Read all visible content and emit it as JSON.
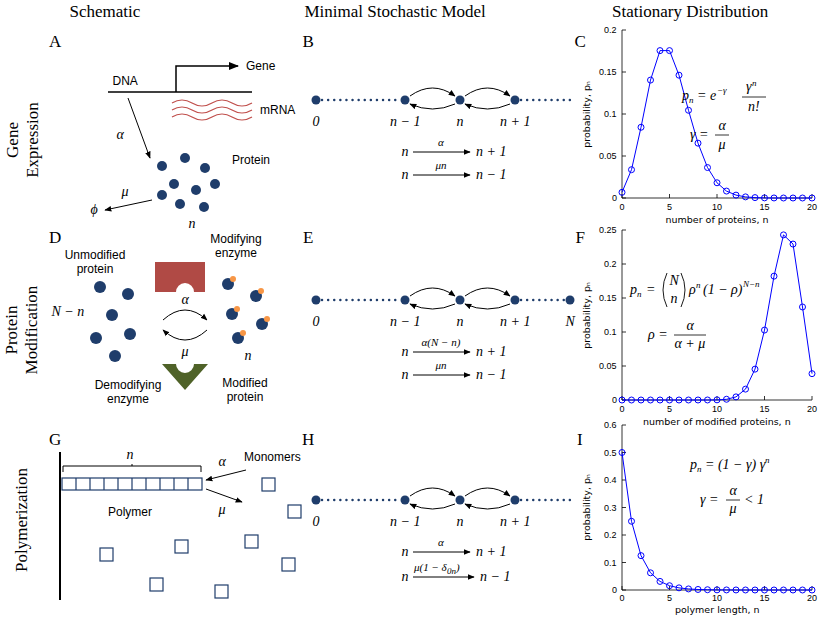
{
  "diagram": {
    "labels": [
      "Schematic",
      "Minimal Stochastic Model",
      "Stationary Distribution",
      "Gene Expression",
      "Protein Modification",
      "Polymerization",
      "A",
      "B",
      "C",
      "D",
      "E",
      "F",
      "G",
      "H",
      "I",
      "Gene",
      "DNA",
      "mRNA",
      "α",
      "Protein",
      "μ",
      "ϕ",
      "n",
      "0",
      "n − 1",
      "n",
      "n + 1",
      "n",
      "α",
      "n + 1",
      "n",
      "μn",
      "n − 1",
      "0",
      "0.05",
      "0.1",
      "0.15",
      "0.2",
      "0",
      "5",
      "10",
      "15",
      "20",
      "number of proteins, n",
      "probability, pₙ",
      "p",
      "n",
      "= e",
      "−γ",
      "γ",
      "n",
      "n!",
      "γ =",
      "α",
      "μ",
      "Unmodified protein",
      "Modifying enzyme",
      "N − n",
      "α",
      "μ",
      "n",
      "Demodifying enzyme",
      "Modified protein",
      "0",
      "n − 1",
      "n",
      "n + 1",
      "N",
      "n",
      "α(N − n)",
      "n + 1",
      "n",
      "μn",
      "n − 1",
      "0",
      "0.05",
      "0.1",
      "0.15",
      "0.2",
      "0.25",
      "0",
      "5",
      "10",
      "15",
      "20",
      "number of modified proteins, n",
      "probability, pₙ",
      "p",
      "n",
      "=",
      "N",
      "n",
      "ρ",
      "n",
      "(1 − ρ)",
      "N−n",
      "ρ =",
      "α",
      "α + μ",
      "n",
      "Monomers",
      "α",
      "μ",
      "Polymer",
      "0",
      "n − 1",
      "n",
      "n + 1",
      "n",
      "α",
      "n + 1",
      "n",
      "μ(1 − δ",
      "0n",
      ")",
      "n − 1",
      "0",
      "0.1",
      "0.2",
      "0.3",
      "0.4",
      "0.5",
      "0.6",
      "0",
      "5",
      "10",
      "15",
      "20",
      "polymer length, n",
      "probability, pₙ",
      "p",
      "n",
      "= (1 − γ) γ",
      "n",
      "γ =",
      "α",
      "μ",
      "< 1"
    ]
  }
}
